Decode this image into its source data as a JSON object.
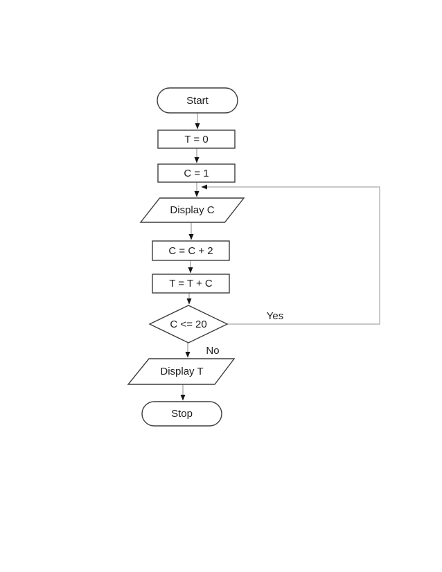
{
  "flowchart": {
    "nodes": [
      {
        "id": "start",
        "type": "terminator",
        "label": "Start"
      },
      {
        "id": "init-t",
        "type": "process",
        "label": "T = 0"
      },
      {
        "id": "init-c",
        "type": "process",
        "label": "C = 1"
      },
      {
        "id": "display-c",
        "type": "input-output",
        "label": "Display C"
      },
      {
        "id": "increment-c",
        "type": "process",
        "label": "C = C + 2"
      },
      {
        "id": "accumulate-t",
        "type": "process",
        "label": "T = T + C"
      },
      {
        "id": "decision",
        "type": "decision",
        "label": "C <= 20"
      },
      {
        "id": "display-t",
        "type": "input-output",
        "label": "Display T"
      },
      {
        "id": "stop",
        "type": "terminator",
        "label": "Stop"
      }
    ],
    "branch_labels": {
      "yes": "Yes",
      "no": "No"
    },
    "colors": {
      "shape_border": "#3d3d3d",
      "shape_fill": "#ffffff",
      "connector": "#9a9a9a",
      "loop_connector": "#a6a6a6",
      "arrowhead": "#141414",
      "text": "#1c1c1c"
    }
  }
}
